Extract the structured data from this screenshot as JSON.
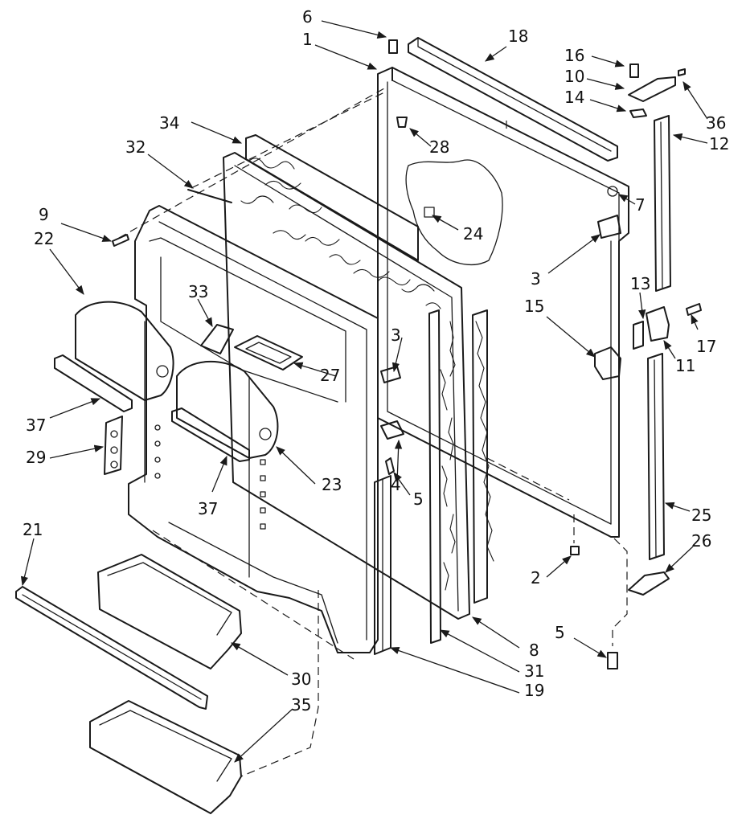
{
  "callouts": {
    "c1": "1",
    "c2": "2",
    "c3a": "3",
    "c3b": "3",
    "c4": "4",
    "c5a": "5",
    "c5b": "5",
    "c6": "6",
    "c7": "7",
    "c8": "8",
    "c9": "9",
    "c10": "10",
    "c11": "11",
    "c12": "12",
    "c13": "13",
    "c14": "14",
    "c15": "15",
    "c16": "16",
    "c17": "17",
    "c18": "18",
    "c19": "19",
    "c21": "21",
    "c22": "22",
    "c23": "23",
    "c24": "24",
    "c25": "25",
    "c26": "26",
    "c27": "27",
    "c28": "28",
    "c29": "29",
    "c30": "30",
    "c31": "31",
    "c32": "32",
    "c33": "33",
    "c34": "34",
    "c35": "35",
    "c36": "36",
    "c37a": "37",
    "c37b": "37"
  }
}
